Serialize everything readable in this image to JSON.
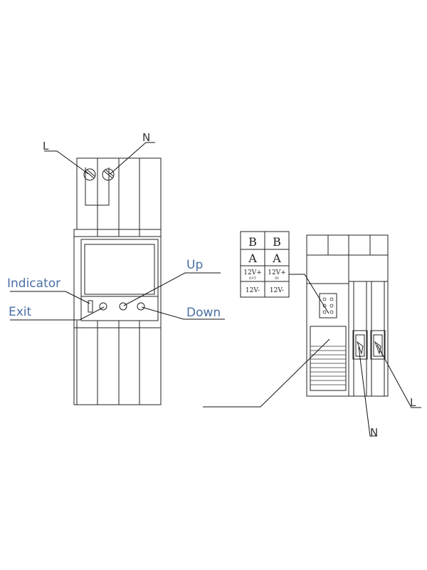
{
  "front": {
    "label_L": "L",
    "label_N": "N",
    "label_indicator": "Indicator",
    "label_exit": "Exit",
    "label_up": "Up",
    "label_down": "Down"
  },
  "back": {
    "label_L": "L",
    "label_N": "N",
    "table": {
      "row1": [
        "B",
        "B"
      ],
      "row2": [
        "A",
        "A"
      ],
      "row3": [
        {
          "main": "12V+",
          "sub": "OUT"
        },
        {
          "main": "12V+",
          "sub": "IN"
        }
      ],
      "row4": [
        "12V-",
        "12V-"
      ]
    }
  }
}
